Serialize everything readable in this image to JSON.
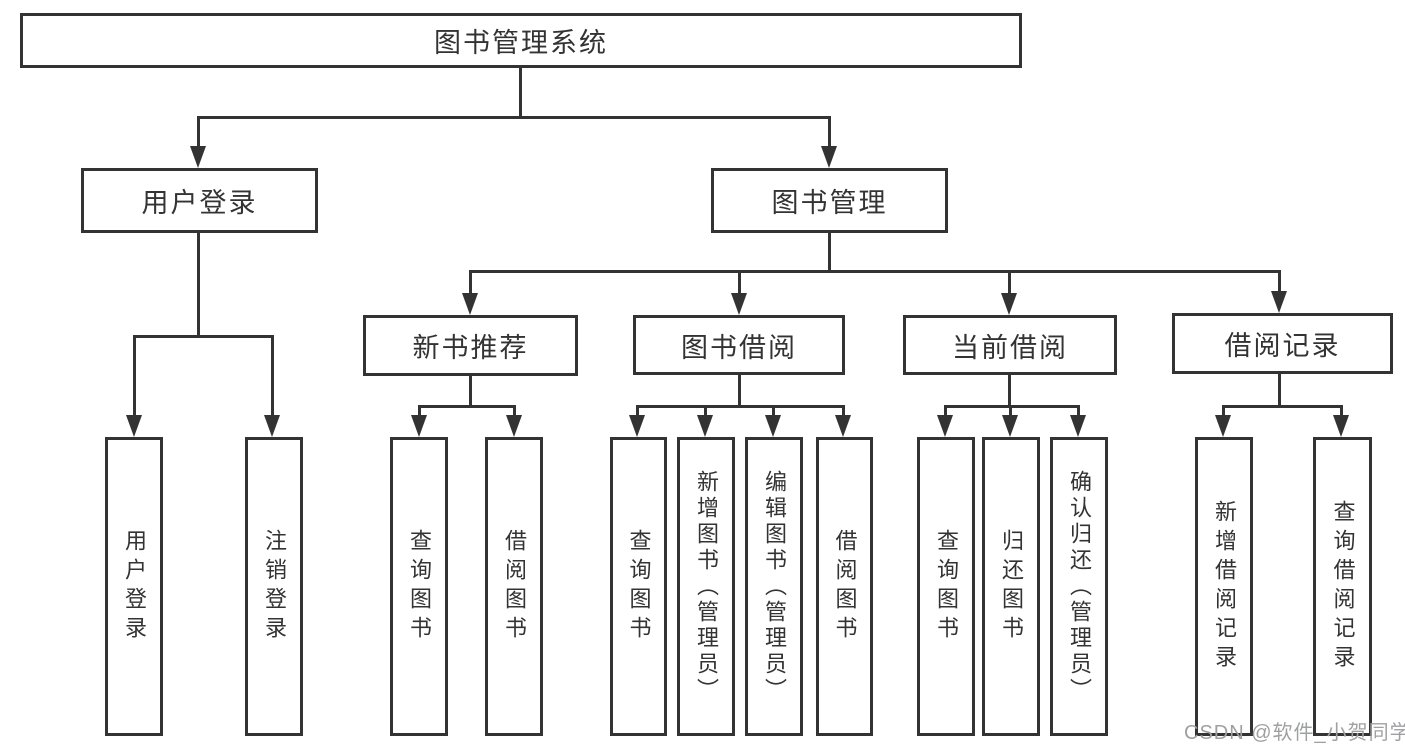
{
  "diagram": {
    "type": "hierarchy-tree",
    "root": {
      "label": "图书管理系统"
    },
    "level2": {
      "user_login": "用户登录",
      "book_management": "图书管理"
    },
    "level3": {
      "new_book_recommend": "新书推荐",
      "book_borrow": "图书借阅",
      "current_borrow": "当前借阅",
      "borrow_records": "借阅记录"
    },
    "leaves": {
      "user_login": "用户登录",
      "logout": "注销登录",
      "nb_query_books": "查询图书",
      "nb_borrow_books": "借阅图书",
      "bb_query_books": "查询图书",
      "bb_add_books": "新增图书（管理员）",
      "bb_edit_books": "编辑图书（管理员）",
      "bb_borrow_books": "借阅图书",
      "cb_query_books": "查询图书",
      "cb_return_books": "归还图书",
      "cb_confirm_return": "确认归还（管理员）",
      "br_add_record": "新增借阅记录",
      "br_query_record": "查询借阅记录"
    },
    "edges": [
      [
        "图书管理系统",
        "用户登录"
      ],
      [
        "图书管理系统",
        "图书管理"
      ],
      [
        "用户登录",
        "用户登录(叶)"
      ],
      [
        "用户登录",
        "注销登录"
      ],
      [
        "图书管理",
        "新书推荐"
      ],
      [
        "图书管理",
        "图书借阅"
      ],
      [
        "图书管理",
        "当前借阅"
      ],
      [
        "图书管理",
        "借阅记录"
      ],
      [
        "新书推荐",
        "查询图书"
      ],
      [
        "新书推荐",
        "借阅图书"
      ],
      [
        "图书借阅",
        "查询图书"
      ],
      [
        "图书借阅",
        "新增图书（管理员）"
      ],
      [
        "图书借阅",
        "编辑图书（管理员）"
      ],
      [
        "图书借阅",
        "借阅图书"
      ],
      [
        "当前借阅",
        "查询图书"
      ],
      [
        "当前借阅",
        "归还图书"
      ],
      [
        "当前借阅",
        "确认归还（管理员）"
      ],
      [
        "借阅记录",
        "新增借阅记录"
      ],
      [
        "借阅记录",
        "查询借阅记录"
      ]
    ],
    "watermark": "CSDN @软件_小贺同学",
    "colors": {
      "line": "#333333",
      "box_border": "#333333",
      "text": "#333333",
      "watermark": "#9fa0a2",
      "background": "#ffffff"
    }
  }
}
